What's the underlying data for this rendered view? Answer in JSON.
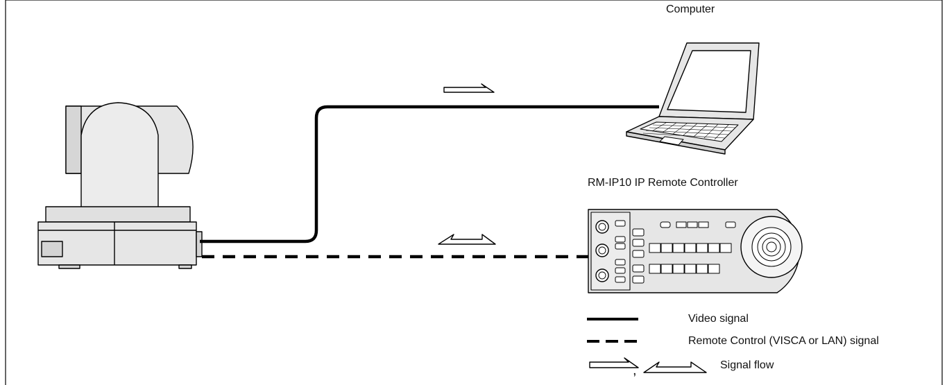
{
  "devices": {
    "computer_label": "Computer",
    "controller_label": "RM-IP10 IP Remote Controller"
  },
  "legend": {
    "video_label": "Video signal",
    "remote_label": "Remote Control (VISCA or LAN) signal",
    "flow_separator": ",",
    "flow_label": "Signal flow"
  },
  "colors": {
    "line": "#000000",
    "device_gray": "#e6e6e6",
    "background": "#ffffff"
  }
}
